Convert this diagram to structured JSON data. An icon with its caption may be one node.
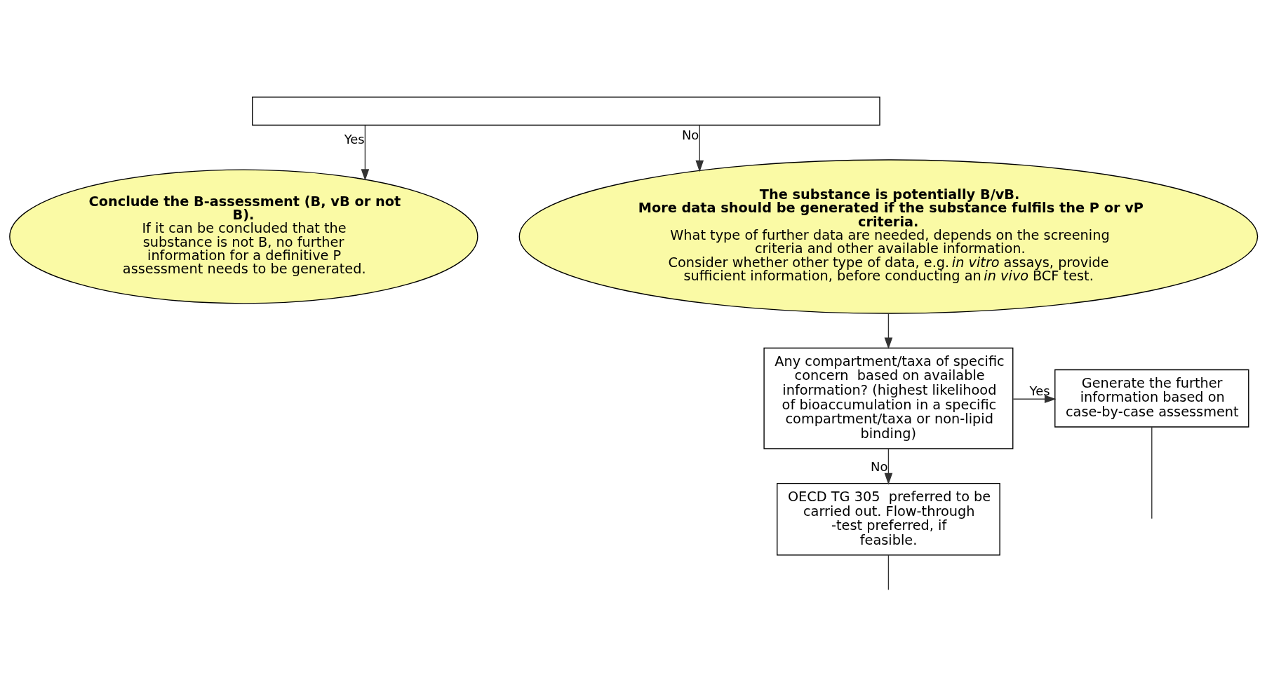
{
  "diagram": {
    "nodes": [
      {
        "text": [],
        "shape": "box"
      },
      {
        "text": [
          "Conclude the B-assessment (B, vB or not B).",
          "If it can be concluded that the substance is not B, no further information for a definitive P assessment needs to be generated."
        ]
      },
      {
        "text": [
          "The substance is potentially B/vB.",
          "More data should be generated if the substance fulfils the P or vP criteria.",
          "What type of further data are needed, depends on the screening criteria and other available information.",
          "Consider whether other type of data, e.g. *in vitro* assays, provide sufficient information, before conducting an *in vivo* BCF test."
        ]
      },
      {
        "text": [
          "Any compartment/taxa of specific concern  based on available information? (highest likelihood of bioaccumulation in a specific compartment/taxa or non-lipid binding)"
        ]
      },
      {
        "text": [
          "Generate the further information based on case-by-case assessment"
        ]
      },
      {
        "text": [
          "OECD TG 305  preferred to be carried out. Flow-through -test preferred, if feasible."
        ]
      }
    ],
    "edges": [
      {
        "from": 0,
        "to": 1,
        "arrow": "to",
        "label": "Yes"
      },
      {
        "from": 0,
        "to": 2,
        "arrow": "to",
        "label": "No"
      },
      {
        "from": 2,
        "to": 3,
        "arrow": "to"
      },
      {
        "from": 3,
        "to": 4,
        "arrow": "to",
        "label": "Yes"
      },
      {
        "from": 3,
        "to": 5,
        "arrow": "to",
        "label": "No"
      },
      {
        "from": 4,
        "to": null,
        "arrow": "none"
      },
      {
        "from": 5,
        "to": null,
        "arrow": "none"
      }
    ]
  }
}
